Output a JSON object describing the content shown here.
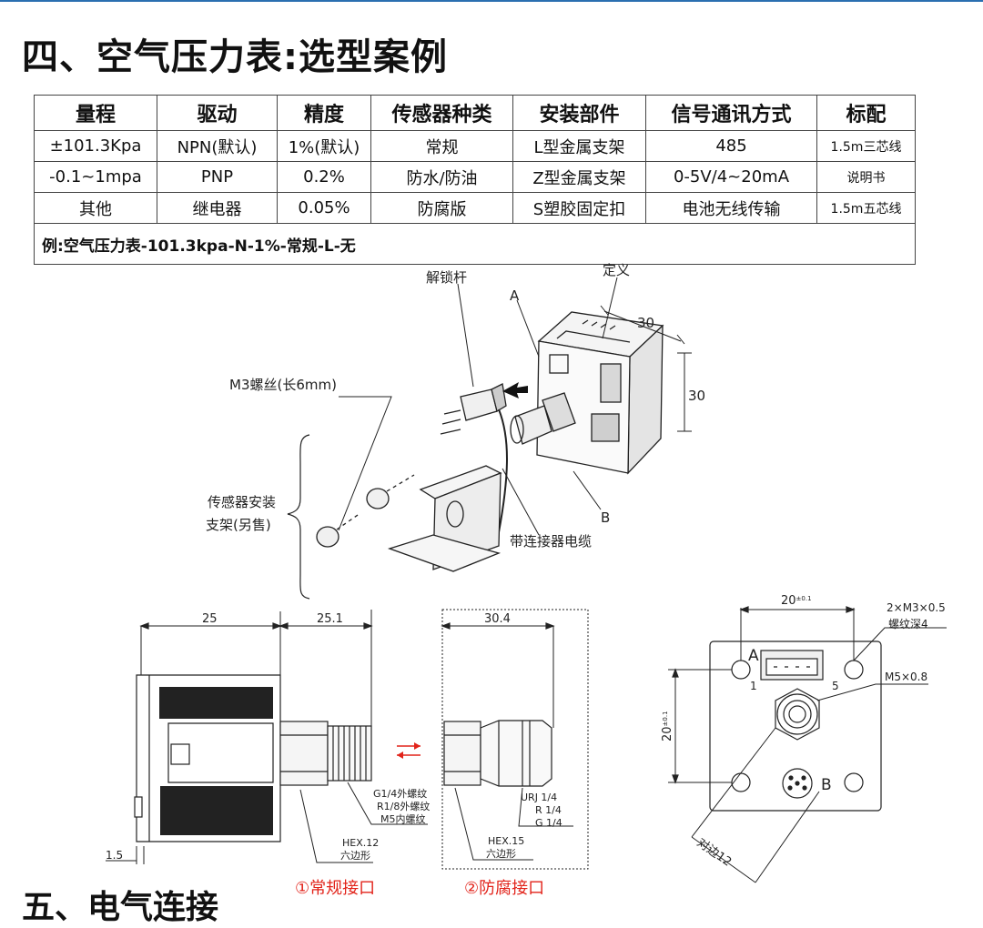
{
  "title": "四、空气压力表:选型案例",
  "table": {
    "headers": [
      "量程",
      "驱动",
      "精度",
      "传感器种类",
      "安装部件",
      "信号通讯方式",
      "标配"
    ],
    "rows": [
      [
        "±101.3Kpa",
        "NPN(默认)",
        "1%(默认)",
        "常规",
        "L型金属支架",
        "485",
        "1.5m三芯线"
      ],
      [
        "-0.1~1mpa",
        "PNP",
        "0.2%",
        "防水/防油",
        "Z型金属支架",
        "0-5V/4~20mA",
        "说明书"
      ],
      [
        "其他",
        "继电器",
        "0.05%",
        "防腐版",
        "S塑胶固定扣",
        "电池无线传输",
        "1.5m五芯线"
      ]
    ],
    "example": "例:空气压力表-101.3kpa-N-1%-常规-L-无"
  },
  "diagram": {
    "label_unlock": "解锁杆",
    "label_a": "A",
    "label_def": "定义",
    "dim_30_top": "30",
    "dim_30_side": "30",
    "label_m3": "M3螺丝(长6mm)",
    "label_bracket_1": "传感器安装",
    "label_bracket_2": "支架(另售)",
    "label_b": "B",
    "label_cable": "带连接器电缆"
  },
  "side_view": {
    "dim_25": "25",
    "dim_25_1": "25.1",
    "dim_30_4": "30.4",
    "dim_1_5": "1.5",
    "thread_1": "G1/4外螺纹",
    "thread_2": "R1/8外螺纹",
    "thread_3": "M5内螺纹",
    "hex12_1": "HEX.12",
    "hex12_2": "六边形",
    "urj": "URJ 1/4",
    "r14": "R 1/4",
    "g14": "G 1/4",
    "hex15_1": "HEX.15",
    "hex15_2": "六边形",
    "port_normal": "①常规接口",
    "port_anticorr": "②防腐接口"
  },
  "front_view": {
    "dim_20_main": "20",
    "dim_20_tol": "±0.1",
    "dim_20v_main": "20",
    "dim_20v_tol": "±0.1",
    "m3_label": "2×M3×0.5",
    "m3_depth": "螺纹深4",
    "m5_label": "M5×0.8",
    "label_a": "A",
    "label_1": "1",
    "label_5": "5",
    "label_b": "B",
    "across_flats": "对边12"
  },
  "next_section": "五、电气连接",
  "colors": {
    "accent_red": "#e2231a",
    "line_blue": "#2a6fb0"
  }
}
